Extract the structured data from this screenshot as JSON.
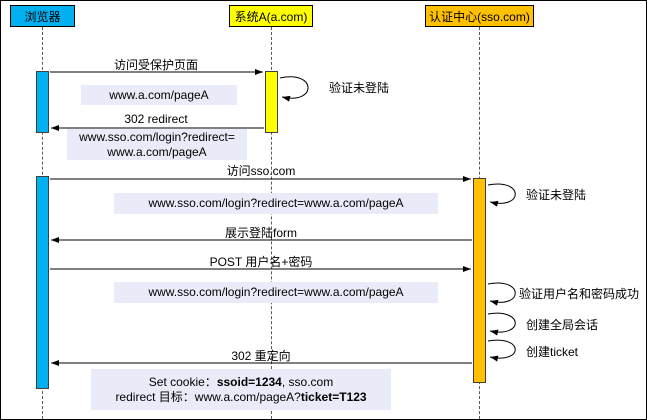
{
  "actors": [
    {
      "label": "浏览器",
      "color": "#00B0F0"
    },
    {
      "label": "系统A(a.com)",
      "color": "#FFFF00"
    },
    {
      "label": "认证中心(sso.com)",
      "color": "#FFC000"
    }
  ],
  "messages": [
    {
      "label": "访问受保护页面"
    },
    {
      "label": "302 redirect"
    },
    {
      "label": "访问sso.com"
    },
    {
      "label": "展示登陆form"
    },
    {
      "label": "POST 用户名+密码"
    },
    {
      "label": "302 重定向"
    }
  ],
  "self_messages": [
    {
      "label": "验证未登陆"
    },
    {
      "label": "验证未登陆"
    },
    {
      "label": "验证用户名和密码成功"
    },
    {
      "label": "创建全局会话"
    },
    {
      "label": "创建ticket"
    }
  ],
  "notes": {
    "url_a": "www.a.com/pageA",
    "redirect_line1": "www.sso.com/login?redirect=",
    "redirect_line2": "www.a.com/pageA",
    "sso_login_url_1": "www.sso.com/login?redirect=www.a.com/pageA",
    "sso_login_url_2": "www.sso.com/login?redirect=www.a.com/pageA"
  },
  "footer_note": {
    "line1_prefix": "Set cookie：",
    "line1_bold": "ssoid=1234",
    "line1_suffix": ", sso.com",
    "line2_prefix": "redirect 目标：www.a.com/pageA?",
    "line2_bold": "ticket=T123"
  },
  "colors": {
    "note_bg": "#E9ECF8",
    "lifeline": "#595959",
    "arrow": "#000000"
  }
}
